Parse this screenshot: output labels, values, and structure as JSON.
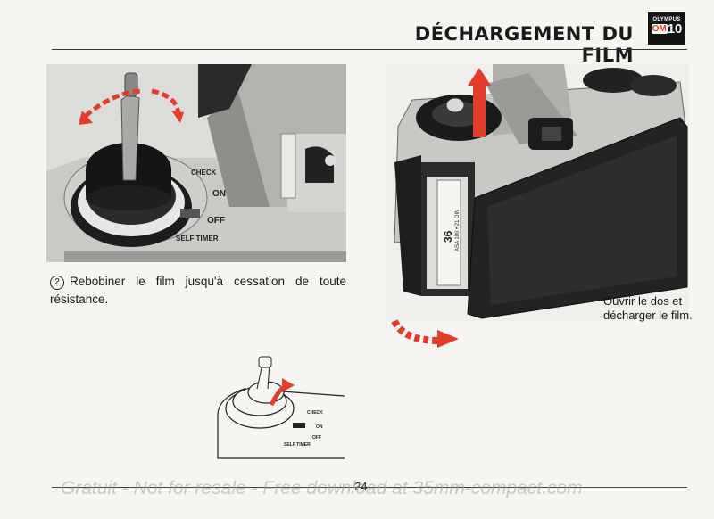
{
  "header": {
    "title": "DÉCHARGEMENT DU FILM",
    "logo_brand": "OLYMPUS",
    "logo_model_prefix": "OM",
    "logo_model_number": "10"
  },
  "photo_left": {
    "labels": {
      "check": "CHECK",
      "on": "ON",
      "off": "OFF",
      "self_timer": "SELF TIMER"
    }
  },
  "photo_right": {
    "film_count": "36",
    "film_text": "ASA 100 • 21 DIN"
  },
  "captions": {
    "step_number": "2",
    "step_text": "Rebobiner le film jusqu'à cessation de toute résistance.",
    "right_text": "Ouvrir le dos et décharger le film."
  },
  "sketch": {
    "labels": {
      "check": "CHECK",
      "on": "ON",
      "off": "OFF",
      "self_timer": "SELF TIMER"
    }
  },
  "footer": {
    "page_number": "24",
    "watermark": "Gratuit - Not for resale - Free download at 35mm-compact.com"
  },
  "colors": {
    "accent_red": "#e23c2c",
    "ink": "#1a1a1a",
    "paper": "#f6f5f1"
  }
}
